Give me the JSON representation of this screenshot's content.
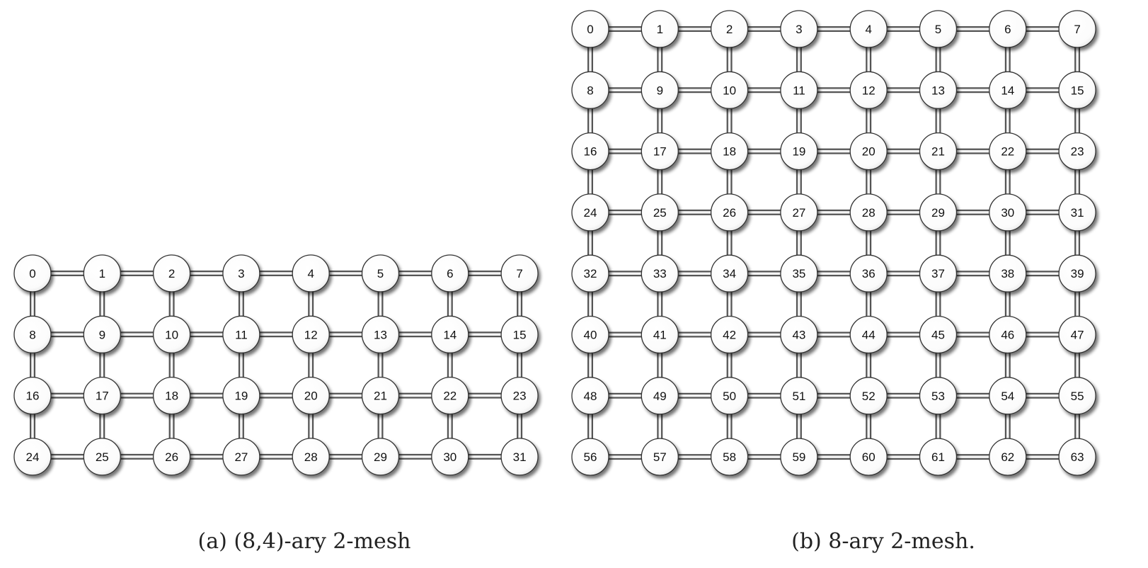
{
  "meshes": [
    {
      "id": "a",
      "cols": 8,
      "rows": 4,
      "labels": [
        "0",
        "1",
        "2",
        "3",
        "4",
        "5",
        "6",
        "7",
        "8",
        "9",
        "10",
        "11",
        "12",
        "13",
        "14",
        "15",
        "16",
        "17",
        "18",
        "19",
        "20",
        "21",
        "22",
        "23",
        "24",
        "25",
        "26",
        "27",
        "28",
        "29",
        "30",
        "31"
      ],
      "caption": "(a) (8,4)-ary 2-mesh"
    },
    {
      "id": "b",
      "cols": 8,
      "rows": 8,
      "labels": [
        "0",
        "1",
        "2",
        "3",
        "4",
        "5",
        "6",
        "7",
        "8",
        "9",
        "10",
        "11",
        "12",
        "13",
        "14",
        "15",
        "16",
        "17",
        "18",
        "19",
        "20",
        "21",
        "22",
        "23",
        "24",
        "25",
        "26",
        "27",
        "28",
        "29",
        "30",
        "31",
        "32",
        "33",
        "34",
        "35",
        "36",
        "37",
        "38",
        "39",
        "40",
        "41",
        "42",
        "43",
        "44",
        "45",
        "46",
        "47",
        "48",
        "49",
        "50",
        "51",
        "52",
        "53",
        "54",
        "55",
        "56",
        "57",
        "58",
        "59",
        "60",
        "61",
        "62",
        "63"
      ],
      "caption": "(b) 8-ary 2-mesh."
    }
  ],
  "colors": {
    "node_fill": "#ffffff",
    "node_stroke": "#333333",
    "link_outer": "#555555",
    "link_inner": "#f4f4f4"
  }
}
